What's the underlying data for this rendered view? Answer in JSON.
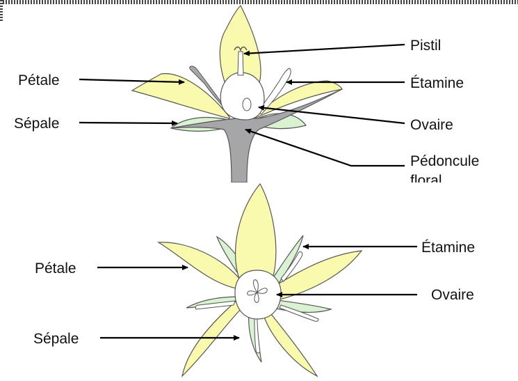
{
  "colors": {
    "petal": "#fafaae",
    "sepal": "#d8f2d2",
    "stem": "#a6a6a8",
    "outline": "#555555",
    "arrow": "#000000",
    "text": "#111111"
  },
  "top_view": {
    "labels": {
      "petale": "Pétale",
      "sepale": "Sépale",
      "pistil": "Pistil",
      "etamine": "Étamine",
      "ovaire": "Ovaire",
      "pedoncule_line1": "Pédoncule",
      "pedoncule_line2": "floral"
    }
  },
  "bottom_view": {
    "labels": {
      "petale": "Pétale",
      "sepale": "Sépale",
      "etamine": "Étamine",
      "ovaire": "Ovaire"
    }
  }
}
